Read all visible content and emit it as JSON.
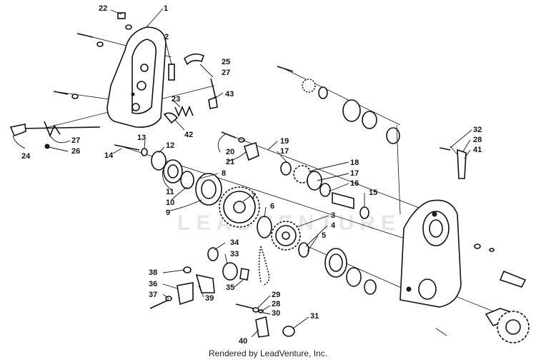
{
  "diagram": {
    "watermark": "LEADVENTURE",
    "footer": "Rendered by LeadVenture, Inc.",
    "callouts": [
      {
        "num": "22"
      },
      {
        "num": "1"
      },
      {
        "num": "2"
      },
      {
        "num": "25"
      },
      {
        "num": "27"
      },
      {
        "num": "23"
      },
      {
        "num": "43"
      },
      {
        "num": "42"
      },
      {
        "num": "27"
      },
      {
        "num": "24"
      },
      {
        "num": "26"
      },
      {
        "num": "13"
      },
      {
        "num": "12"
      },
      {
        "num": "14"
      },
      {
        "num": "20"
      },
      {
        "num": "21"
      },
      {
        "num": "19"
      },
      {
        "num": "17"
      },
      {
        "num": "18"
      },
      {
        "num": "17"
      },
      {
        "num": "16"
      },
      {
        "num": "15"
      },
      {
        "num": "8"
      },
      {
        "num": "11"
      },
      {
        "num": "10"
      },
      {
        "num": "9"
      },
      {
        "num": "7"
      },
      {
        "num": "6"
      },
      {
        "num": "3"
      },
      {
        "num": "4"
      },
      {
        "num": "5"
      },
      {
        "num": "34"
      },
      {
        "num": "33"
      },
      {
        "num": "35"
      },
      {
        "num": "38"
      },
      {
        "num": "36"
      },
      {
        "num": "37"
      },
      {
        "num": "39"
      },
      {
        "num": "29"
      },
      {
        "num": "28"
      },
      {
        "num": "30"
      },
      {
        "num": "31"
      },
      {
        "num": "40"
      },
      {
        "num": "32"
      },
      {
        "num": "28"
      },
      {
        "num": "41"
      }
    ]
  }
}
